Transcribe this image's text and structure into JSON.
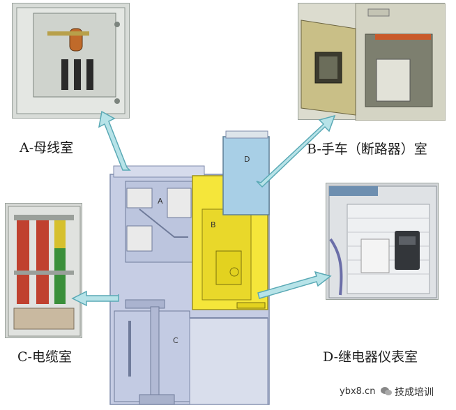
{
  "labels": {
    "busbar": "A-母线室",
    "breaker": "B-手车（断路器）室",
    "cable": "C-电缆室",
    "relay": "D-继电器仪表室"
  },
  "cabinet_marks": {
    "a": "A",
    "b": "B",
    "c": "C",
    "d": "D"
  },
  "watermark": {
    "site": "ybx8.cn",
    "brand": "技成培训"
  },
  "colors": {
    "arrow": "#b7e3e8",
    "arrow_stroke": "#5aa9b5",
    "breaker_yellow": "#f5e63a",
    "relay_blue": "#a8cfe6",
    "busbar_blue": "#c9d2e8",
    "cable_blue": "#c3cbe3"
  }
}
